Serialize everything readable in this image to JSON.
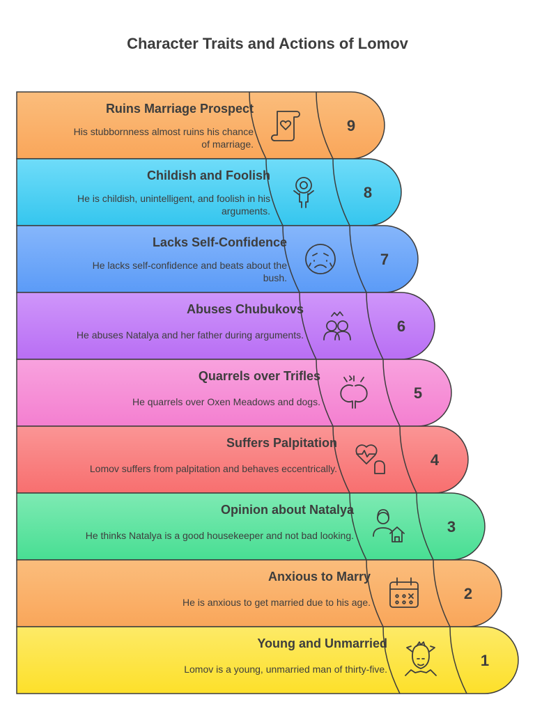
{
  "title": "Character Traits and Actions of Lomov",
  "steps": [
    {
      "number": "9",
      "title": "Ruins Marriage Prospect",
      "desc_lines": [
        "His stubbornness almost ruins his chance",
        "of marriage."
      ],
      "icon": "scroll-heart-icon",
      "color": "#f9a65a",
      "color_light": "#fbbd7c"
    },
    {
      "number": "8",
      "title": "Childish and Foolish",
      "desc_lines": [
        "He is childish, unintelligent, and foolish in his",
        "arguments."
      ],
      "icon": "child-icon",
      "color": "#35c6ee",
      "color_light": "#6fdcf9"
    },
    {
      "number": "7",
      "title": "Lacks Self-Confidence",
      "desc_lines": [
        "He lacks self-confidence and beats about the",
        "bush."
      ],
      "icon": "worried-face-icon",
      "color": "#5b9bf7",
      "color_light": "#86b6fb"
    },
    {
      "number": "6",
      "title": "Abuses Chubukovs",
      "desc_lines": [
        "He abuses Natalya and her father during arguments."
      ],
      "icon": "arguing-people-icon",
      "color": "#b86ef4",
      "color_light": "#cf96fa"
    },
    {
      "number": "5",
      "title": "Quarrels over Trifles",
      "desc_lines": [
        "He quarrels over Oxen Meadows and dogs."
      ],
      "icon": "quarrel-heads-icon",
      "color": "#f47fd0",
      "color_light": "#f8a2de"
    },
    {
      "number": "4",
      "title": "Suffers Palpitation",
      "desc_lines": [
        "Lomov suffers from palpitation and behaves eccentrically."
      ],
      "icon": "heart-pulse-icon",
      "color": "#f86f6f",
      "color_light": "#fa9595"
    },
    {
      "number": "3",
      "title": "Opinion about Natalya",
      "desc_lines": [
        "He thinks Natalya is a good housekeeper and not bad looking."
      ],
      "icon": "woman-house-icon",
      "color": "#48de93",
      "color_light": "#7eeab3"
    },
    {
      "number": "2",
      "title": "Anxious to Marry",
      "desc_lines": [
        "He is anxious to get married due to his age."
      ],
      "icon": "calendar-icon",
      "color": "#f9a65a",
      "color_light": "#fbbd7c"
    },
    {
      "number": "1",
      "title": "Young and Unmarried",
      "desc_lines": [
        "Lomov is a young, unmarried man of thirty-five."
      ],
      "icon": "young-man-icon",
      "color": "#fde02a",
      "color_light": "#fdea67"
    }
  ]
}
